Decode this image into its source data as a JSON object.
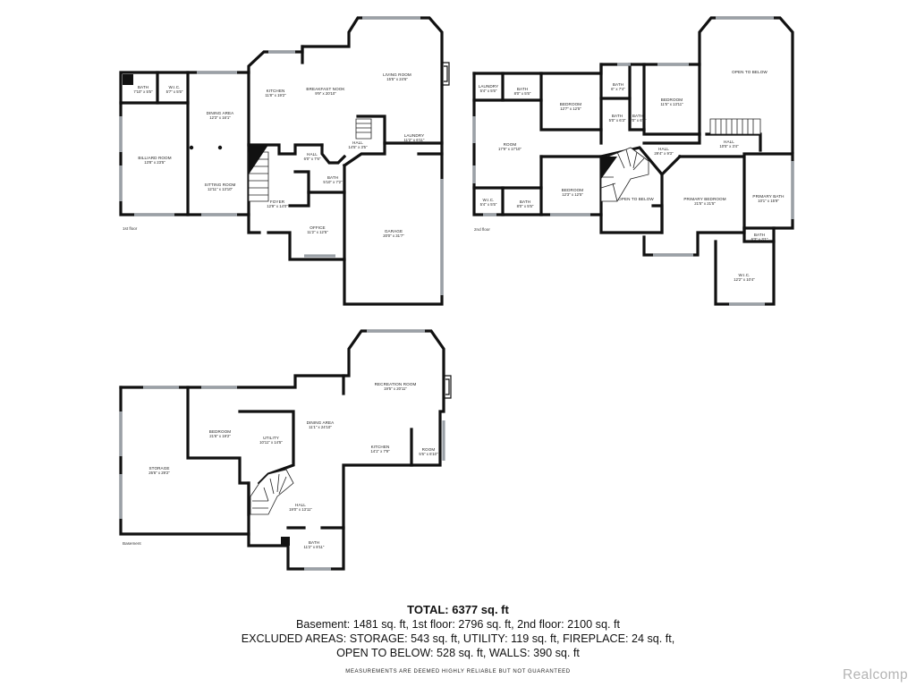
{
  "first_floor": {
    "label": "1st floor",
    "rooms": [
      {
        "id": "bath1",
        "name": "BATH",
        "dim": "7'10\" x 5'5\""
      },
      {
        "id": "wic1",
        "name": "W.I.C.",
        "dim": "5'7\" x 5'5\""
      },
      {
        "id": "billiard",
        "name": "BILLIARD ROOM",
        "dim": "13'8\" x 23'5\""
      },
      {
        "id": "dining",
        "name": "DINING AREA",
        "dim": "12'3\" x 16'1\""
      },
      {
        "id": "sitting",
        "name": "SITTING ROOM",
        "dim": "12'11\" x 13'10\""
      },
      {
        "id": "kitchen",
        "name": "KITCHEN",
        "dim": "11'8\" x 19'2\""
      },
      {
        "id": "nook",
        "name": "BREAKFAST NOOK",
        "dim": "9'9\" x 20'10\""
      },
      {
        "id": "living",
        "name": "LIVING ROOM",
        "dim": "15'5\" x 24'6\""
      },
      {
        "id": "hall1",
        "name": "HALL",
        "dim": "6'0\" x 7'6\""
      },
      {
        "id": "hall2",
        "name": "HALL",
        "dim": "14'5\" x 3'5\""
      },
      {
        "id": "laundry1",
        "name": "LAUNDRY",
        "dim": "11'2\" x 6'11\""
      },
      {
        "id": "bath2",
        "name": "BATH",
        "dim": "5'10\" x 7'2\""
      },
      {
        "id": "foyer",
        "name": "FOYER",
        "dim": "12'9\" x 14'0\""
      },
      {
        "id": "office",
        "name": "OFFICE",
        "dim": "11'2\" x 12'5\""
      },
      {
        "id": "garage",
        "name": "GARAGE",
        "dim": "20'0\" x 31'7\""
      }
    ]
  },
  "second_floor": {
    "label": "2nd floor",
    "rooms": [
      {
        "id": "laundry2",
        "name": "LAUNDRY",
        "dim": "5'4\" x 5'5\""
      },
      {
        "id": "bath3",
        "name": "BATH",
        "dim": "8'0\" x 5'5\""
      },
      {
        "id": "bed1",
        "name": "BEDROOM",
        "dim": "12'7\" x 12'5\""
      },
      {
        "id": "bath4",
        "name": "BATH",
        "dim": "6'' x 7'4\""
      },
      {
        "id": "bath5",
        "name": "BATH",
        "dim": "5'0\" x 6'3\""
      },
      {
        "id": "bath6",
        "name": "BATH",
        "dim": "5'0\" x 6'3\""
      },
      {
        "id": "bed2",
        "name": "BEDROOM",
        "dim": "11'5\" x 13'11\""
      },
      {
        "id": "otb1",
        "name": "OPEN TO BELOW",
        "dim": ""
      },
      {
        "id": "room",
        "name": "ROOM",
        "dim": "17'9\" x 17'10\""
      },
      {
        "id": "hall3",
        "name": "HALL",
        "dim": "29'4\" x 9'3\""
      },
      {
        "id": "hall4",
        "name": "HALL",
        "dim": "10'5\" x 3'4\""
      },
      {
        "id": "wic2",
        "name": "W.I.C.",
        "dim": "5'4\" x 5'5\""
      },
      {
        "id": "bath7",
        "name": "BATH",
        "dim": "8'0\" x 5'5\""
      },
      {
        "id": "bed3",
        "name": "BEDROOM",
        "dim": "12'3\" x 12'5\""
      },
      {
        "id": "otb2",
        "name": "OPEN TO BELOW",
        "dim": ""
      },
      {
        "id": "pbed",
        "name": "PRIMARY BEDROOM",
        "dim": "21'5\" x 21'5\""
      },
      {
        "id": "pbath",
        "name": "PRIMARY BATH",
        "dim": "10'1\" x 15'9\""
      },
      {
        "id": "bath8",
        "name": "BATH",
        "dim": "6'3\" x 3'1\""
      },
      {
        "id": "wic3",
        "name": "W.I.C.",
        "dim": "12'2\" x 10'4\""
      }
    ]
  },
  "basement": {
    "label": "Basement",
    "rooms": [
      {
        "id": "rec",
        "name": "RECREATION ROOM",
        "dim": "19'5\" x 20'11\""
      },
      {
        "id": "bedb",
        "name": "BEDROOM",
        "dim": "21'6\" x 19'2\""
      },
      {
        "id": "utility",
        "name": "UTILITY",
        "dim": "10'11\" x 14'5\""
      },
      {
        "id": "diningb",
        "name": "DINING AREA",
        "dim": "11'1\" x 24'10\""
      },
      {
        "id": "storage",
        "name": "STORAGE",
        "dim": "26'6\" x 29'2\""
      },
      {
        "id": "kitchenb",
        "name": "KITCHEN",
        "dim": "14'1\" x 7'9\""
      },
      {
        "id": "roomb",
        "name": "ROOM",
        "dim": "5'6\" x 6'10\""
      },
      {
        "id": "hallb",
        "name": "HALL",
        "dim": "19'0\" x 13'11\""
      },
      {
        "id": "bathb",
        "name": "BATH",
        "dim": "11'2\" x 8'11\""
      }
    ]
  },
  "summary": {
    "total": "TOTAL: 6377 sq. ft",
    "line1": "Basement: 1481 sq. ft, 1st floor: 2796 sq. ft, 2nd floor: 2100 sq. ft",
    "line2": "EXCLUDED AREAS: STORAGE: 543 sq. ft, UTILITY: 119 sq. ft, FIREPLACE: 24 sq. ft,",
    "line3": "OPEN TO BELOW: 528 sq. ft, WALLS: 390 sq. ft",
    "disclaimer": "MEASUREMENTS ARE DEEMED HIGHLY RELIABLE BUT NOT GUARANTEED"
  },
  "brand": "Realcomp"
}
